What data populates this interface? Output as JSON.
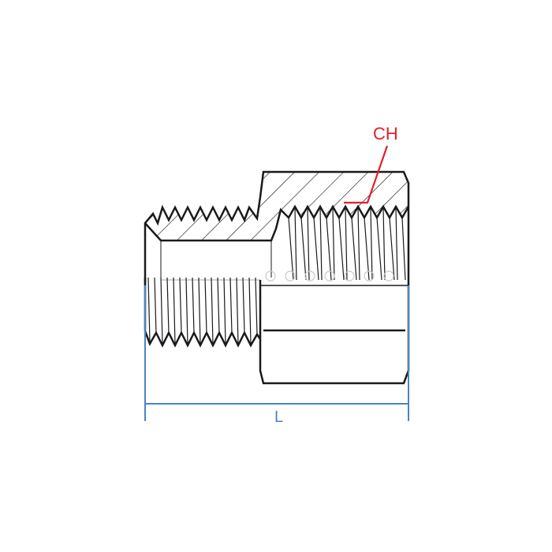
{
  "diagram": {
    "type": "pipe fitting cross-section (male NPT to female NPT reducing adapter)",
    "labels": {
      "ch": "CH",
      "l": "L"
    },
    "colors": {
      "outline": "#1a1a1a",
      "callout": "#e0202c",
      "dimension": "#4a84c4",
      "background": "#ffffff"
    }
  }
}
